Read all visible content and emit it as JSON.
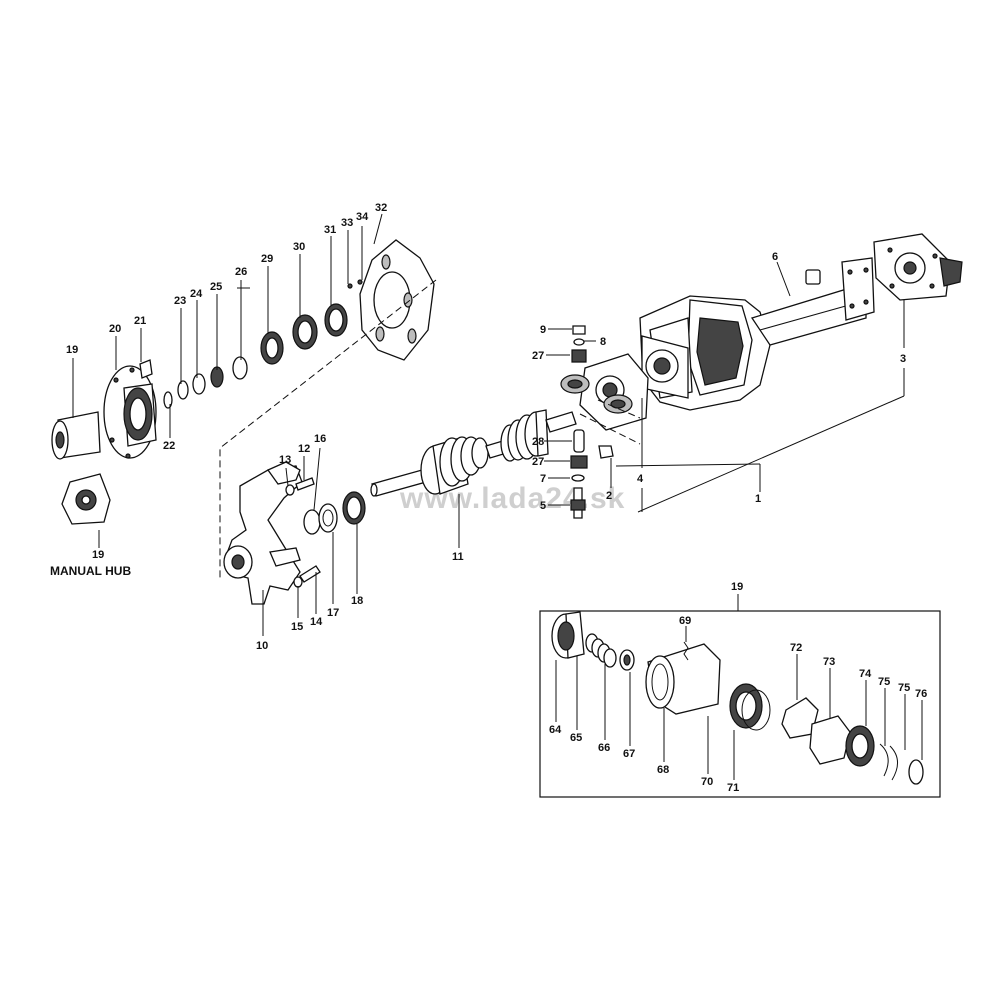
{
  "watermark": "www.lada24.sk",
  "caption_manual_hub": "MANUAL HUB",
  "labels": {
    "p1": "1",
    "p2": "2",
    "p3": "3",
    "p4": "4",
    "p5": "5",
    "p6": "6",
    "p7": "7",
    "p8": "8",
    "p9": "9",
    "p10": "10",
    "p11": "11",
    "p12": "12",
    "p13": "13",
    "p14": "14",
    "p15": "15",
    "p16": "16",
    "p17": "17",
    "p18": "18",
    "p19a": "19",
    "p19b": "19",
    "p19c": "19",
    "p20": "20",
    "p21": "21",
    "p22": "22",
    "p23": "23",
    "p24": "24",
    "p25": "25",
    "p26": "26",
    "p27a": "27",
    "p27b": "27",
    "p28": "28",
    "p29": "29",
    "p30": "30",
    "p31": "31",
    "p32": "32",
    "p33": "33",
    "p34": "34",
    "p64": "64",
    "p65": "65",
    "p66": "66",
    "p67": "67",
    "p68": "68",
    "p69": "69",
    "p70": "70",
    "p71": "71",
    "p72": "72",
    "p73": "73",
    "p74": "74",
    "p75a": "75",
    "p75b": "75",
    "p76": "76"
  }
}
